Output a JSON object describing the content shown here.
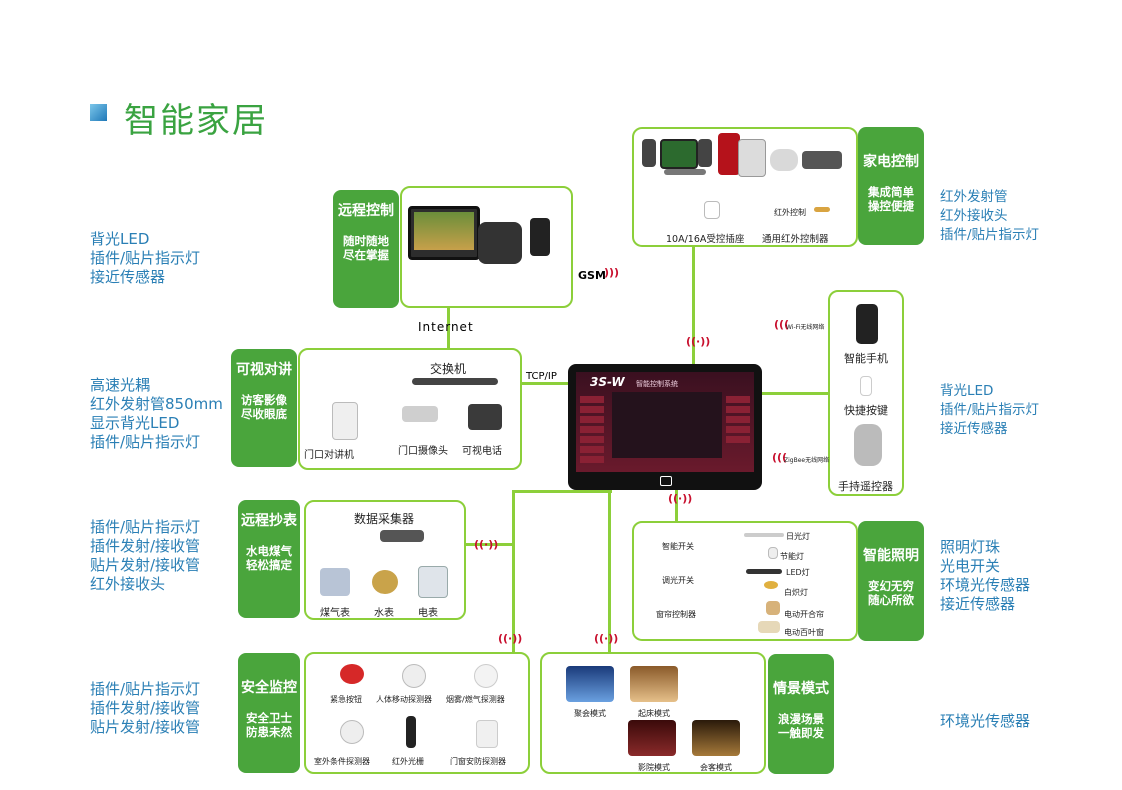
{
  "title": "智能家居",
  "colors": {
    "accent_green": "#4aa53c",
    "border_green": "#8ccf3a",
    "side_blue": "#2a7fb5",
    "title_green": "#3aa341",
    "signal_red": "#c8102e"
  },
  "labels": {
    "internet": "Internet",
    "gsm": "GSM",
    "tcpip": "TCP/IP"
  },
  "left_notes": [
    [
      "背光LED",
      "插件/贴片指示灯",
      "接近传感器"
    ],
    [
      "高速光耦",
      "红外发射管850mm",
      "显示背光LED",
      "插件/贴片指示灯"
    ],
    [
      "插件/贴片指示灯",
      "插件发射/接收管",
      "贴片发射/接收管",
      "红外接收头"
    ],
    [
      "插件/贴片指示灯",
      "插件发射/接收管",
      "贴片发射/接收管"
    ]
  ],
  "right_notes": [
    [
      "红外发射管",
      "红外接收头",
      "插件/贴片指示灯"
    ],
    [
      "背光LED",
      "插件/贴片指示灯",
      "接近传感器"
    ],
    [
      "照明灯珠",
      "光电开关",
      "环境光传感器",
      "接近传感器"
    ],
    [
      "环境光传感器"
    ]
  ],
  "remote": {
    "t1": "远程控制",
    "t2a": "随时随地",
    "t2b": "尽在掌握"
  },
  "appliance": {
    "t1": "家电控制",
    "t2a": "集成简单",
    "t2b": "操控便捷",
    "socket": "10A/16A受控插座",
    "ir_ctrl": "通用红外控制器",
    "ir_label": "红外控制"
  },
  "intercom": {
    "t1": "可视对讲",
    "t2a": "访客影像",
    "t2b": "尽收眼底",
    "switch": "交换机",
    "door_intercom": "门口对讲机",
    "door_cam": "门口摄像头",
    "video_phone": "可视电话"
  },
  "meter": {
    "t1": "远程抄表",
    "t2a": "水电煤气",
    "t2b": "轻松搞定",
    "collector": "数据采集器",
    "gas": "煤气表",
    "water": "水表",
    "elec": "电表"
  },
  "security": {
    "t1": "安全监控",
    "t2a": "安全卫士",
    "t2b": "防患未然",
    "items": [
      "紧急按钮",
      "人体移动探测器",
      "烟雾/燃气探测器",
      "室外条件探测器",
      "红外光栅",
      "门窗安防探测器"
    ]
  },
  "scene": {
    "t1": "情景模式",
    "t2a": "浪漫场景",
    "t2b": "一触即发",
    "items": [
      "聚会模式",
      "起床模式",
      "影院模式",
      "会客模式"
    ]
  },
  "lighting": {
    "t1": "智能照明",
    "t2a": "变幻无穷",
    "t2b": "随心所欲",
    "switch1": "智能开关",
    "switch2": "调光开关",
    "curtain": "窗帘控制器",
    "items": [
      "日光灯",
      "节能灯",
      "LED灯",
      "白炽灯",
      "电动开合帘",
      "电动百叶窗"
    ]
  },
  "mobile": {
    "phone": "智能手机",
    "key": "快捷按键",
    "remote": "手持遥控器",
    "wifi": "Wi-Fi无线网络",
    "zigbee": "ZigBee无线网络"
  },
  "screen": {
    "brand": "3S-W",
    "header": "智能控制系统"
  }
}
